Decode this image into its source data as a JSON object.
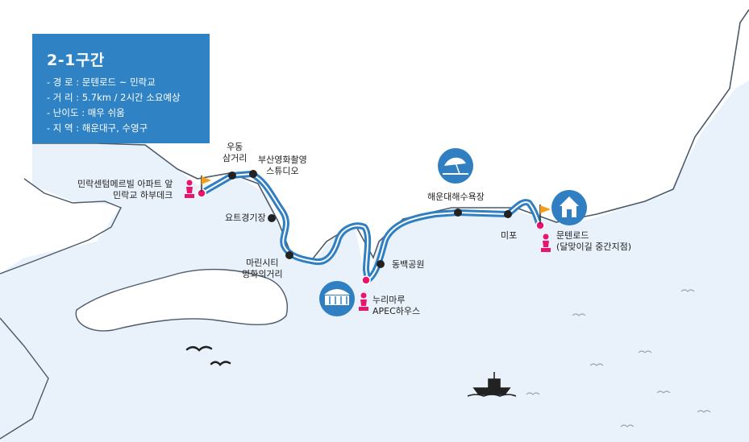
{
  "info": {
    "title": "2-1구간",
    "rows": [
      "- 경  로 : 문텐로드 ~ 민락교",
      "- 거  리 : 5.7km / 2시간 소요예상",
      "- 난이도 : 매우 쉬움",
      "- 지  역 : 해운대구, 수영구"
    ]
  },
  "places": {
    "udong_1": "우동",
    "udong_2": "삼거리",
    "busan_film_1": "부산영화촬영",
    "busan_film_2": "스튜디오",
    "minrak_1": "민락센텀메르빌 아파트 앞",
    "minrak_2": "민락교 하부데크",
    "yacht": "요트경기장",
    "marine_1": "마린시티",
    "marine_2": "영화의거리",
    "dongbaek": "동백공원",
    "nurimaru_1": "누리마루",
    "nurimaru_2": "APEC하우스",
    "haeundae": "해운대해수욕장",
    "mipo": "미포",
    "moontan_1": "문텐로드",
    "moontan_2": "(달맞이길 중간지점)"
  },
  "colors": {
    "sea": "#e9f2fb",
    "coast": "#4a5a6b",
    "route": "#2f7fc2",
    "info_box": "#2f82c4",
    "marker": "#e8156f",
    "flag": "#f39c1a"
  },
  "icons": [
    "beach-umbrella-icon",
    "house-icon",
    "nurimaru-building-icon",
    "flag-icon",
    "person-marker-icon",
    "seagull-icon",
    "ship-icon"
  ]
}
